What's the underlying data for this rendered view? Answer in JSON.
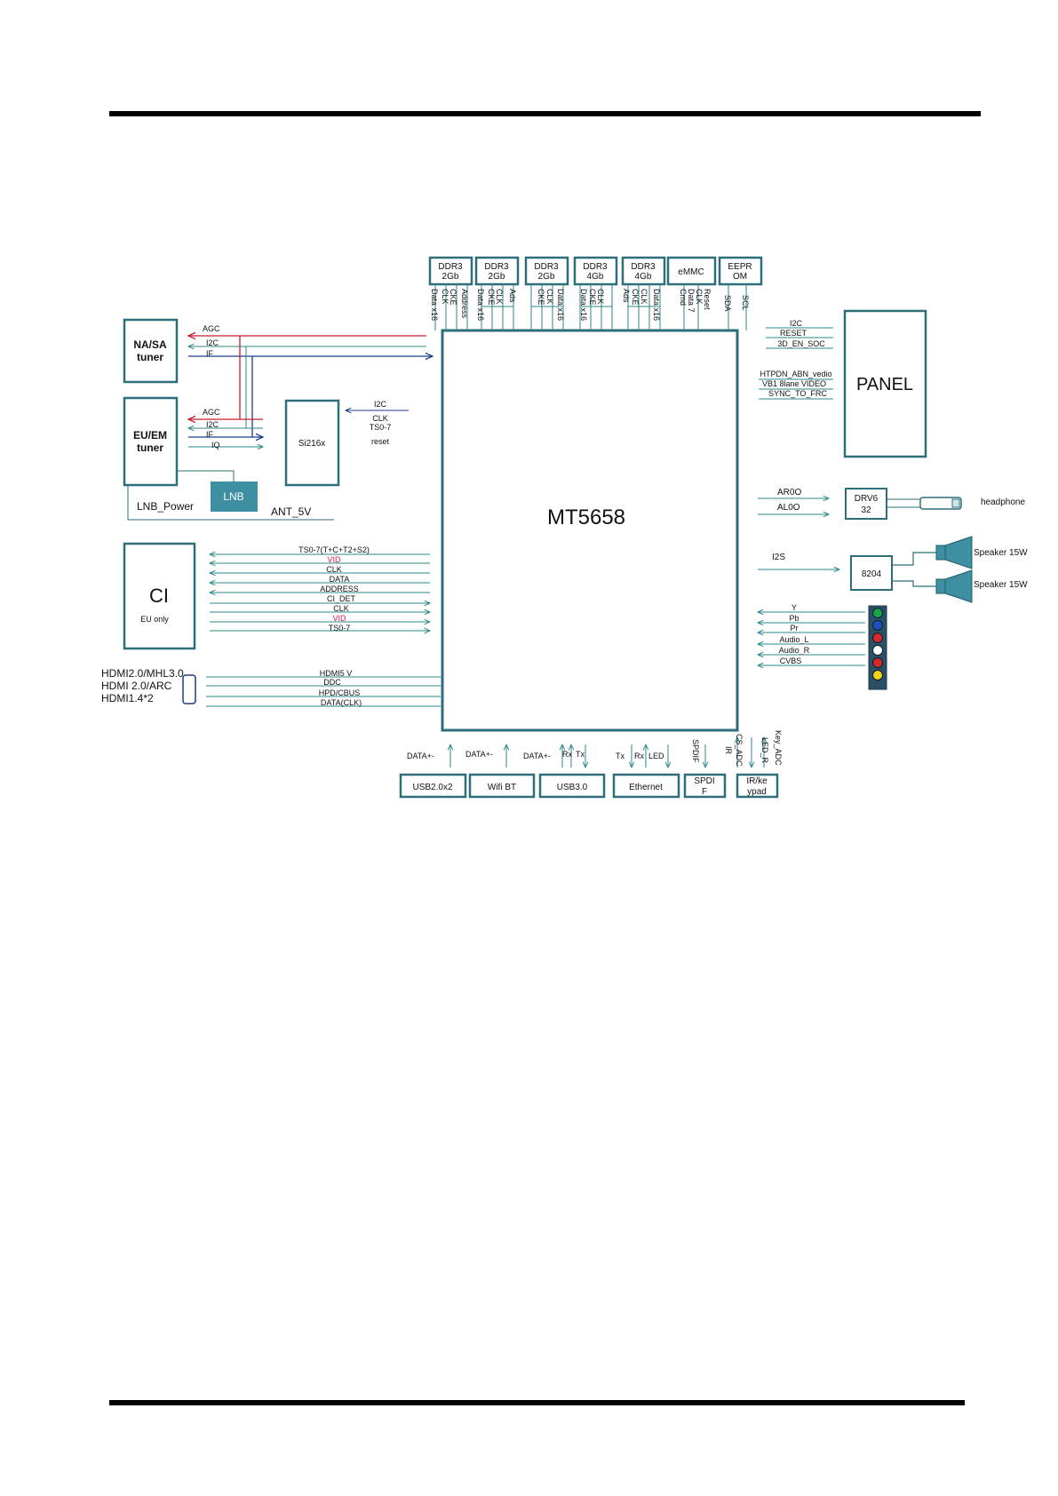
{
  "soc": "MT5658",
  "memory": [
    {
      "l1": "DDR3",
      "l2": "2Gb"
    },
    {
      "l1": "DDR3",
      "l2": "2Gb"
    },
    {
      "l1": "DDR3",
      "l2": "2Gb"
    },
    {
      "l1": "DDR3",
      "l2": "4Gb"
    },
    {
      "l1": "DDR3",
      "l2": "4Gb"
    },
    {
      "l1": "eMMC",
      "l2": ""
    },
    {
      "l1": "EEPR",
      "l2": "OM"
    }
  ],
  "mem_signals": [
    "Data x16",
    "CLK",
    "CKE",
    "Address",
    "Data x16",
    "CKE",
    "CLK",
    "Ads",
    "CKE",
    "CLK",
    "Data x16",
    "Data x16",
    "CKE",
    "CLK",
    "Ads",
    "CKE",
    "CLK",
    "Data x16",
    "Cmd",
    "Data 7",
    "CLK",
    "Reset",
    "SDA",
    "SCL"
  ],
  "tuners": {
    "nasa": {
      "l1": "NA/SA",
      "l2": "tuner",
      "signals": [
        "AGC",
        "I2C",
        "IF"
      ]
    },
    "euem": {
      "l1": "EU/EM",
      "l2": "tuner",
      "signals": [
        "AGC",
        "I2C",
        "IF",
        "IQ"
      ]
    },
    "si": {
      "label": "Si216x",
      "signals": [
        "I2C",
        "CLK",
        "TS0-7",
        "reset"
      ]
    },
    "lnb": "LNB",
    "lnb_power": "LNB_Power",
    "ant": "ANT_5V"
  },
  "ci": {
    "title": "CI",
    "sub": "EU only",
    "signals": [
      {
        "t": "TS0-7(T+C+T2+S2)",
        "c": "#111"
      },
      {
        "t": "VID",
        "c": "#e0155f"
      },
      {
        "t": "CLK",
        "c": "#111"
      },
      {
        "t": "DATA",
        "c": "#111"
      },
      {
        "t": "ADDRESS",
        "c": "#111"
      },
      {
        "t": "CI_DET",
        "c": "#111"
      },
      {
        "t": "CLK",
        "c": "#111"
      },
      {
        "t": "VID",
        "c": "#e0155f"
      },
      {
        "t": "TS0-7",
        "c": "#111"
      }
    ]
  },
  "hdmi": {
    "labels": [
      "HDMI2.0/MHL3.0",
      "HDMI 2.0/ARC",
      "HDMI1.4*2"
    ],
    "signals": [
      "HDMI5 V",
      "DDC",
      "HPD/CBUS",
      "DATA(CLK)"
    ]
  },
  "panel": {
    "label": "PANEL",
    "signals_a": [
      "I2C",
      "RESET",
      "3D_EN_SOC"
    ],
    "signals_b": [
      "HTPDN_ABN_vedio",
      "VB1 8lane VIDEO",
      "SYNC_TO_FRC"
    ]
  },
  "audio": {
    "drv_l1": "DRV6",
    "drv_l2": "32",
    "drv_signals": [
      "AR0O",
      "AL0O"
    ],
    "headphone": "headphone",
    "amp": "8204",
    "i2s": "I2S",
    "speakers": [
      "Speaker  15W",
      "Speaker  15W"
    ]
  },
  "av": {
    "signals": [
      "Y",
      "Pb",
      "Pr",
      "Audio_L",
      "Audio_R",
      "CVBS"
    ],
    "jack_colors": [
      "#1aa34a",
      "#1f4fbf",
      "#d42a2a",
      "#ffffff",
      "#d42a2a",
      "#f2d21b"
    ]
  },
  "bottom": {
    "boxes": [
      {
        "l1": "USB2.0x2",
        "l2": ""
      },
      {
        "l1": "Wifi BT",
        "l2": ""
      },
      {
        "l1": "USB3.0",
        "l2": ""
      },
      {
        "l1": "Ethernet",
        "l2": ""
      },
      {
        "l1": "SPDI",
        "l2": "F"
      },
      {
        "l1": "IR/ke",
        "l2": "ypad"
      }
    ],
    "signals_h": [
      "DATA+-",
      "DATA+-",
      "DATA+-",
      "Rx",
      "Tx",
      "Tx",
      "Rx",
      "LED"
    ],
    "signals_v": [
      "SPDIF",
      "IR",
      "CS_ADC",
      "LED_R",
      "Key_ADC"
    ]
  }
}
